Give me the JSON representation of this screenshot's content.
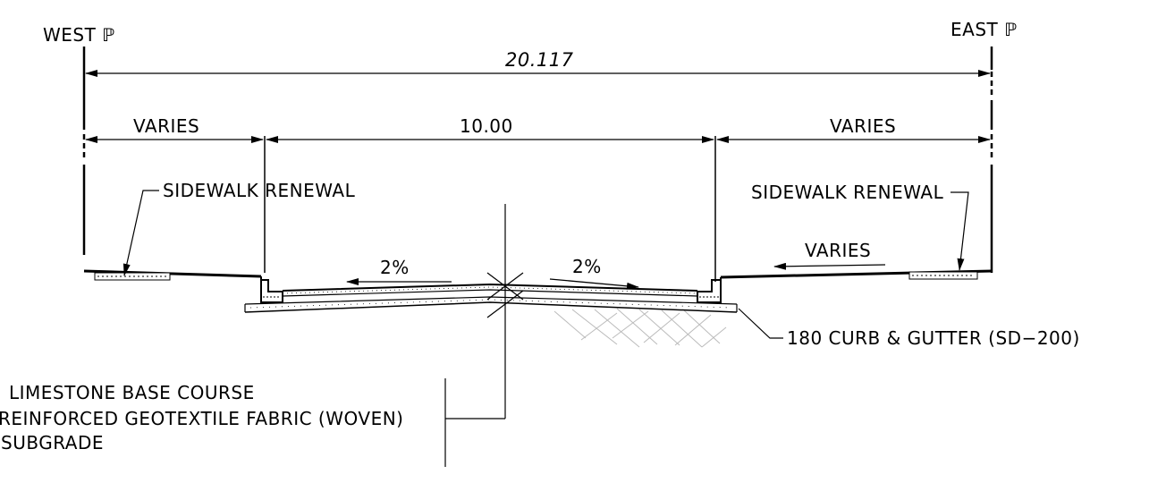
{
  "property_lines": {
    "west": "WEST ℙ",
    "east": "EAST ℙ"
  },
  "dimensions": {
    "total": "20.117",
    "left_side": "VARIES",
    "roadway": "10.00",
    "right_side": "VARIES"
  },
  "callouts": {
    "sidewalk_left": "SIDEWALK RENEWAL",
    "sidewalk_right": "SIDEWALK RENEWAL",
    "boulevard_slope": "VARIES",
    "slope_left": "2%",
    "slope_right": "2%",
    "curb": "180 CURB & GUTTER (SD−200)"
  },
  "layers": [
    "LIMESTONE BASE COURSE",
    "REINFORCED GEOTEXTILE FABRIC (WOVEN)",
    "SUBGRADE"
  ],
  "colors": {
    "line": "#000000",
    "hatch": "#bbbbbb",
    "background": "#ffffff"
  }
}
